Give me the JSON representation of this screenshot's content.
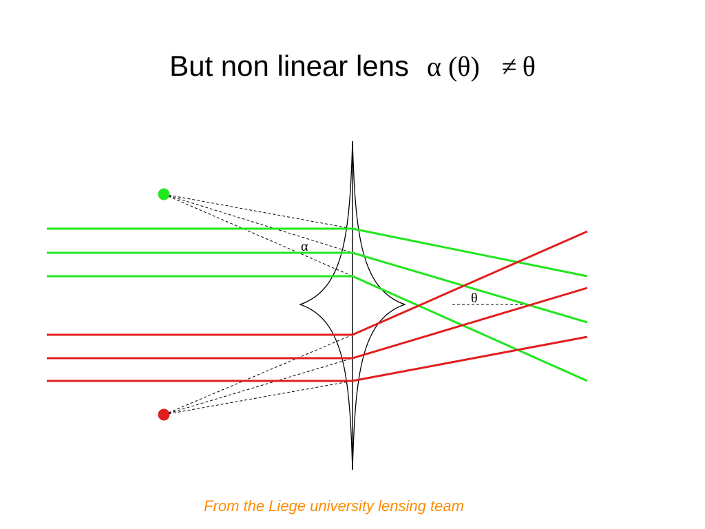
{
  "title": {
    "text": "But non linear lens",
    "formula": "α (θ)",
    "relation": "≠",
    "rhs": "θ"
  },
  "labels": {
    "alpha": "α",
    "theta": "θ"
  },
  "credit": "From the Liege university lensing team",
  "colors": {
    "green_rays": "#22e61e",
    "red_rays": "#e01e1e",
    "lens": "#000000",
    "credit": "#ff8c00"
  }
}
